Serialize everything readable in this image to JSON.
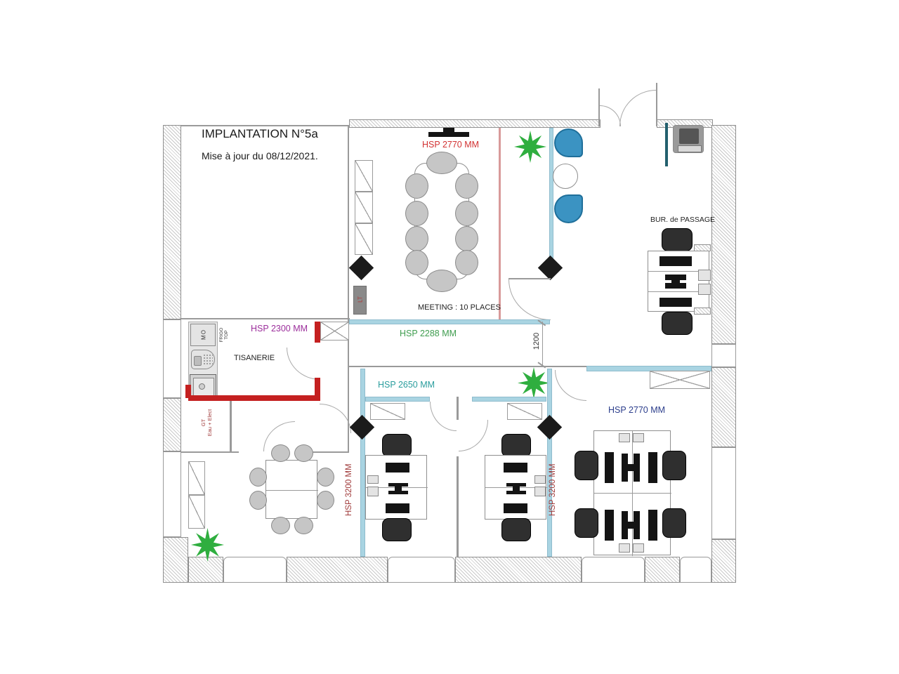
{
  "labels": {
    "title": "IMPLANTATION N°5a",
    "updated": "Mise à jour du 08/12/2021.",
    "meeting_hsp": "HSP 2770 MM",
    "meeting_caption": "MEETING : 10 PLACES",
    "tisanerie_hsp": "HSP 2300 MM",
    "tisanerie": "TISANERIE",
    "frigo_line1": "FRIGO",
    "frigo_line2": "TOP",
    "micro": "MO",
    "lt": "LT",
    "corridor_hsp": "HSP 2288 MM",
    "corridor_dim": "1200",
    "strip_hsp": "HSP 2650 MM",
    "room_a_hsp": "HSP 3200 MM",
    "room_b_hsp": "HSP 3200 MM",
    "room_c_hsp": "HSP 2770 MM",
    "passage": "BUR. de PASSAGE",
    "gt_line1": "GT",
    "gt_line2": "Eau + Elect"
  },
  "colors": {
    "partition_blue": "#a9d4e2",
    "partition_red": "#c42020",
    "hsp_red": "#d23333",
    "hsp_maroon": "#a03a3a",
    "hsp_purple": "#9c2f9c",
    "hsp_green": "#3f9d4f",
    "hsp_teal": "#2a9d9d",
    "hsp_navy": "#2c3e8c",
    "star_green": "#2fae3f",
    "lounge_chair_blue": "#3b93c2",
    "pillar_black": "#1b1b1b"
  }
}
